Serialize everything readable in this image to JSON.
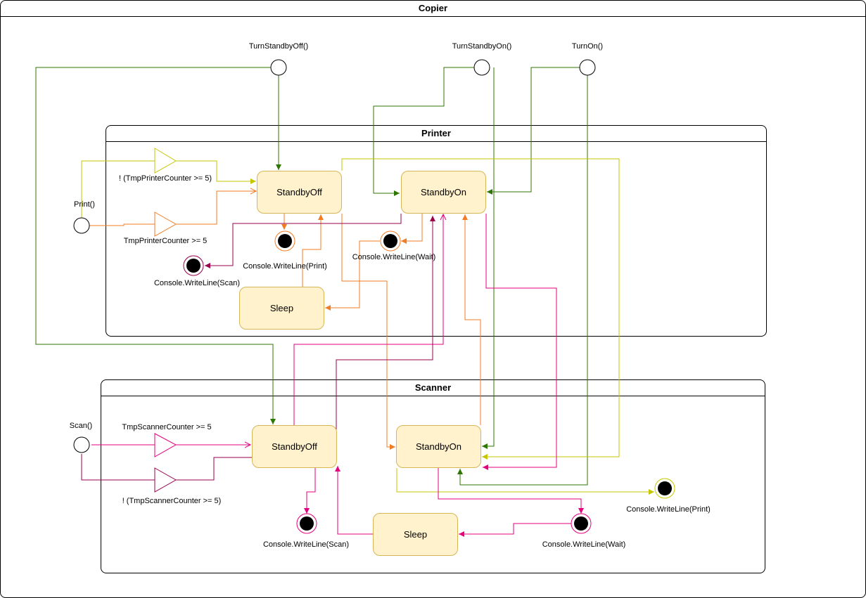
{
  "copier": {
    "title": "Copier"
  },
  "printer": {
    "title": "Printer",
    "standby_off": "StandbyOff",
    "standby_on": "StandbyOn",
    "sleep": "Sleep",
    "print_trigger": "Print()",
    "guard_not": "! (TmpPrinterCounter >= 5)",
    "guard": "TmpPrinterCounter >= 5",
    "final_print": "Console.WriteLine(Print)",
    "final_wait": "Console.WriteLine(Wait)",
    "final_scan": "Console.WriteLine(Scan)"
  },
  "scanner": {
    "title": "Scanner",
    "standby_off": "StandbyOff",
    "standby_on": "StandbyOn",
    "sleep": "Sleep",
    "scan_trigger": "Scan()",
    "guard": "TmpScannerCounter >= 5",
    "guard_not": "! (TmpScannerCounter >= 5)",
    "final_scan": "Console.WriteLine(Scan)",
    "final_wait": "Console.WriteLine(Wait)",
    "final_print": "Console.WriteLine(Print)"
  },
  "triggers": {
    "turn_standby_off": "TurnStandbyOff()",
    "turn_standby_on": "TurnStandbyOn()",
    "turn_on": "TurnOn()"
  },
  "colors": {
    "green": "#2d7600",
    "orange": "#f07d26",
    "yellow": "#c6c600",
    "magenta": "#e6007e",
    "purple": "#99004d",
    "state_fill": "#fff2cc",
    "state_stroke": "#d6b656"
  }
}
